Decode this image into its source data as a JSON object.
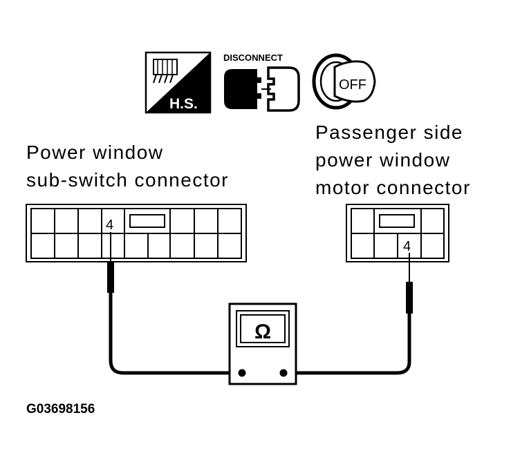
{
  "icons": {
    "harness_side": {
      "name": "harness-side-icon",
      "label": "H.S."
    },
    "disconnect": {
      "name": "disconnect-icon",
      "label": "DISCONNECT"
    },
    "ignition_key": {
      "name": "ignition-key-icon",
      "label": "OFF"
    }
  },
  "left_connector": {
    "title_line1": "Power window",
    "title_line2": "sub-switch connector",
    "terminal": "4"
  },
  "right_connector": {
    "title_line1": "Passenger side",
    "title_line2": "power window",
    "title_line3": "motor connector",
    "terminal": "4"
  },
  "meter": {
    "name": "ohmmeter-icon",
    "symbol": "Ω"
  },
  "figure_id": "G03698156"
}
